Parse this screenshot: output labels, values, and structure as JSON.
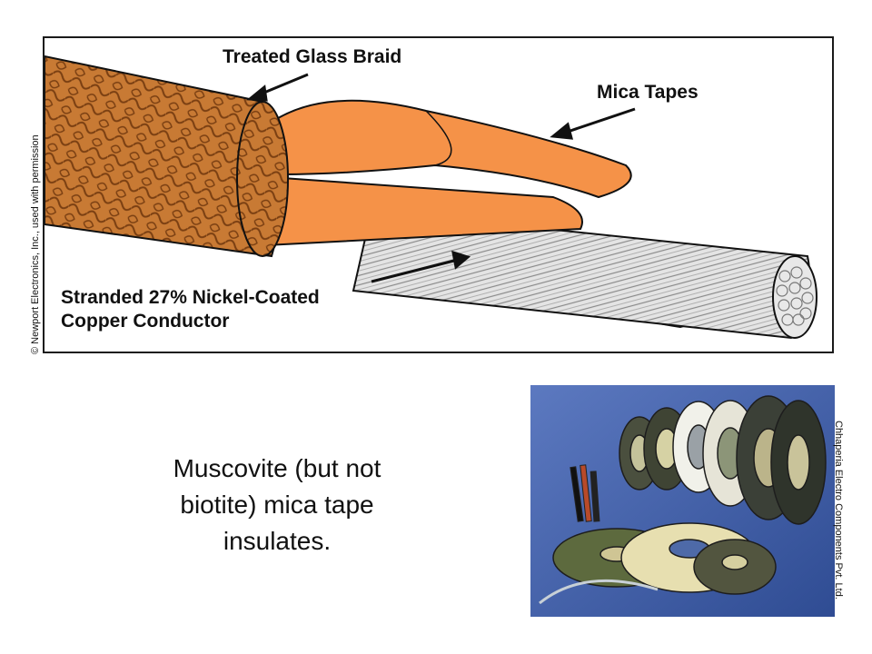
{
  "diagram": {
    "labels": {
      "braid": "Treated Glass Braid",
      "mica": "Mica Tapes",
      "conductor_line1": "Stranded 27% Nickel-Coated",
      "conductor_line2": "Copper Conductor"
    },
    "colors": {
      "braid": "#c87a34",
      "braid_dark": "#7a3f12",
      "mica_tape": "#f59248",
      "conductor": "#d9d9d9",
      "outline": "#111111"
    }
  },
  "credits": {
    "left": "© Newport Electronics, Inc., used with permission",
    "right": "Chhaperia Electro Components Pvt. Ltd."
  },
  "caption": {
    "line1": "Muscovite (but not",
    "line2": "biotite) mica tape",
    "line3": "insulates."
  },
  "photo": {
    "background": "#3f5fa8"
  }
}
